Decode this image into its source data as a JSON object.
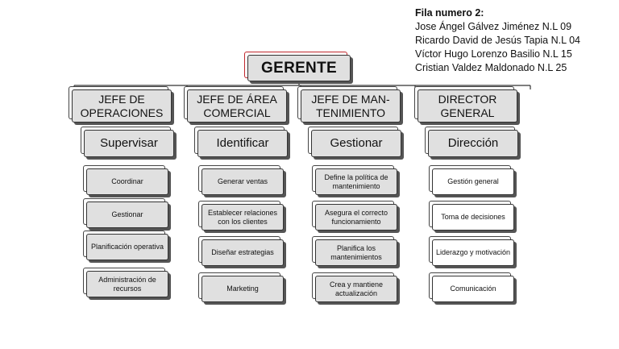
{
  "team": {
    "title": "Fila numero 2:",
    "members": [
      "Jose Ángel Gálvez Jiménez N.L 09",
      "Ricardo David de Jesús Tapia N.L 04",
      "Víctor Hugo Lorenzo Basilio N.L 15",
      "Cristian Valdez Maldonado N.L 25"
    ]
  },
  "top": "GERENTE",
  "columns": [
    {
      "head": "JEFE DE OPERACIONES",
      "sub": "Supervisar",
      "items": [
        "Coordinar",
        "Gestionar",
        "Planificación operativa",
        "Administración de recursos"
      ]
    },
    {
      "head": "JEFE DE ÁREA COMERCIAL",
      "sub": "Identificar",
      "items": [
        "Generar ventas",
        "Establecer relaciones con los clientes",
        "Diseñar estrategias",
        "Marketing"
      ]
    },
    {
      "head": "JEFE DE MAN-TENIMIENTO",
      "sub": "Gestionar",
      "items": [
        "Define la política de mantenimiento",
        "Asegura el correcto funcionamiento",
        "Planifica los mantenimientos",
        "Crea y mantiene actualización"
      ]
    },
    {
      "head": "DIRECTOR GENERAL",
      "sub": "Dirección",
      "items": [
        "Gestión general",
        "Toma de decisiones",
        "Liderazgo y motivación",
        "Comunicación"
      ]
    }
  ]
}
